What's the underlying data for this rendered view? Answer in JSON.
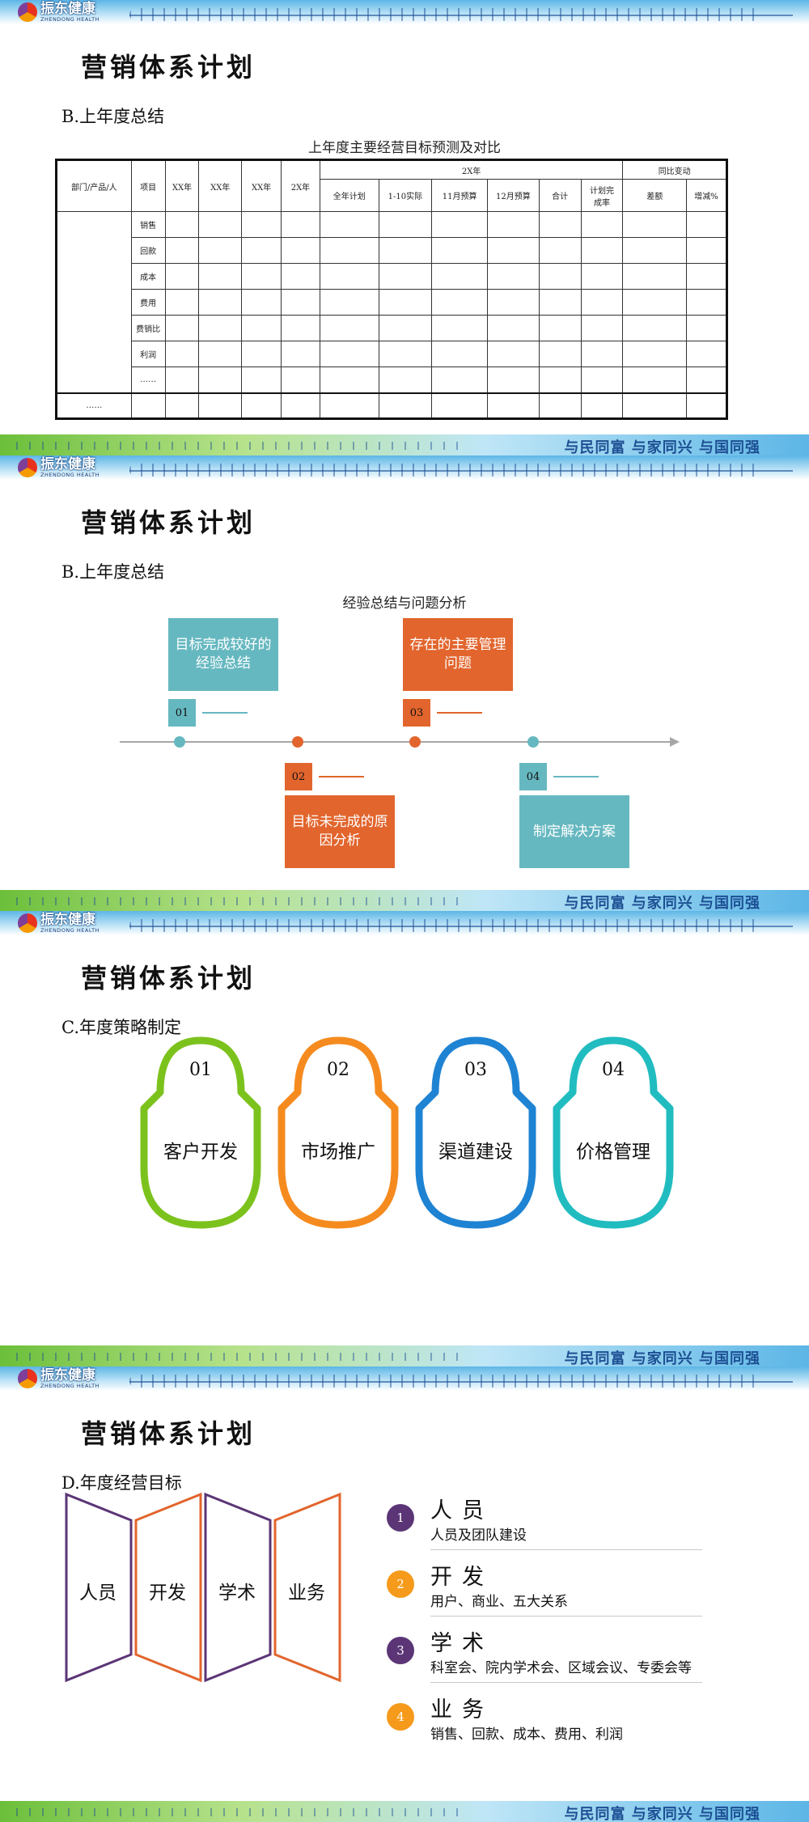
{
  "brand": {
    "name": "振东健康",
    "english": "ZHENDONG HEALTH"
  },
  "footer": {
    "slogan": "与民同富 与家同兴 与国同强"
  },
  "slide1": {
    "title": "营销体系计划",
    "subtitle": "B.上年度总结",
    "table_title": "上年度主要经营目标预测及对比",
    "head": {
      "dept": "部门/产品/人",
      "item": "项目",
      "y1": "XX年",
      "y2": "XX年",
      "y3": "XX年",
      "y4": "2X年",
      "group": "2X年",
      "yoy": "同比变动",
      "plan": "全年计划",
      "actual": "1-10实际",
      "nov": "11月预算",
      "dec": "12月预算",
      "total": "合计",
      "rate": "计划完成率",
      "diff": "差额",
      "pct": "增减%"
    },
    "rows": [
      "销售",
      "回款",
      "成本",
      "费用",
      "费销比",
      "利润",
      "……"
    ],
    "last_row": "……"
  },
  "slide2": {
    "title": "营销体系计划",
    "subtitle": "B.上年度总结",
    "heading": "经验总结与问题分析",
    "items": [
      {
        "num": "01",
        "text": "目标完成较好的经验总结",
        "color": "#66b8c0"
      },
      {
        "num": "02",
        "text": "目标未完成的原因分析",
        "color": "#e2652d"
      },
      {
        "num": "03",
        "text": "存在的主要管理问题",
        "color": "#e2652d"
      },
      {
        "num": "04",
        "text": "制定解决方案",
        "color": "#66b8c0"
      }
    ]
  },
  "slide3": {
    "title": "营销体系计划",
    "subtitle": "C.年度策略制定",
    "items": [
      {
        "num": "01",
        "label": "客户开发",
        "color": "#7cc21d"
      },
      {
        "num": "02",
        "label": "市场推广",
        "color": "#f58b1f"
      },
      {
        "num": "03",
        "label": "渠道建设",
        "color": "#1f83d3"
      },
      {
        "num": "04",
        "label": "价格管理",
        "color": "#21bcc0"
      }
    ]
  },
  "slide4": {
    "title": "营销体系计划",
    "subtitle": "D.年度经营目标",
    "shapes": [
      "人员",
      "开发",
      "学术",
      "业务"
    ],
    "goals": [
      {
        "num": "1",
        "heading": "人员",
        "desc": "人员及团队建设",
        "color": "#5b3576"
      },
      {
        "num": "2",
        "heading": "开发",
        "desc": "用户、商业、五大关系",
        "color": "#f59a1b"
      },
      {
        "num": "3",
        "heading": "学术",
        "desc": "科室会、院内学术会、区域会议、专委会等",
        "color": "#5b3576"
      },
      {
        "num": "4",
        "heading": "业务",
        "desc": "销售、回款、成本、费用、利润",
        "color": "#f59a1b"
      }
    ]
  }
}
